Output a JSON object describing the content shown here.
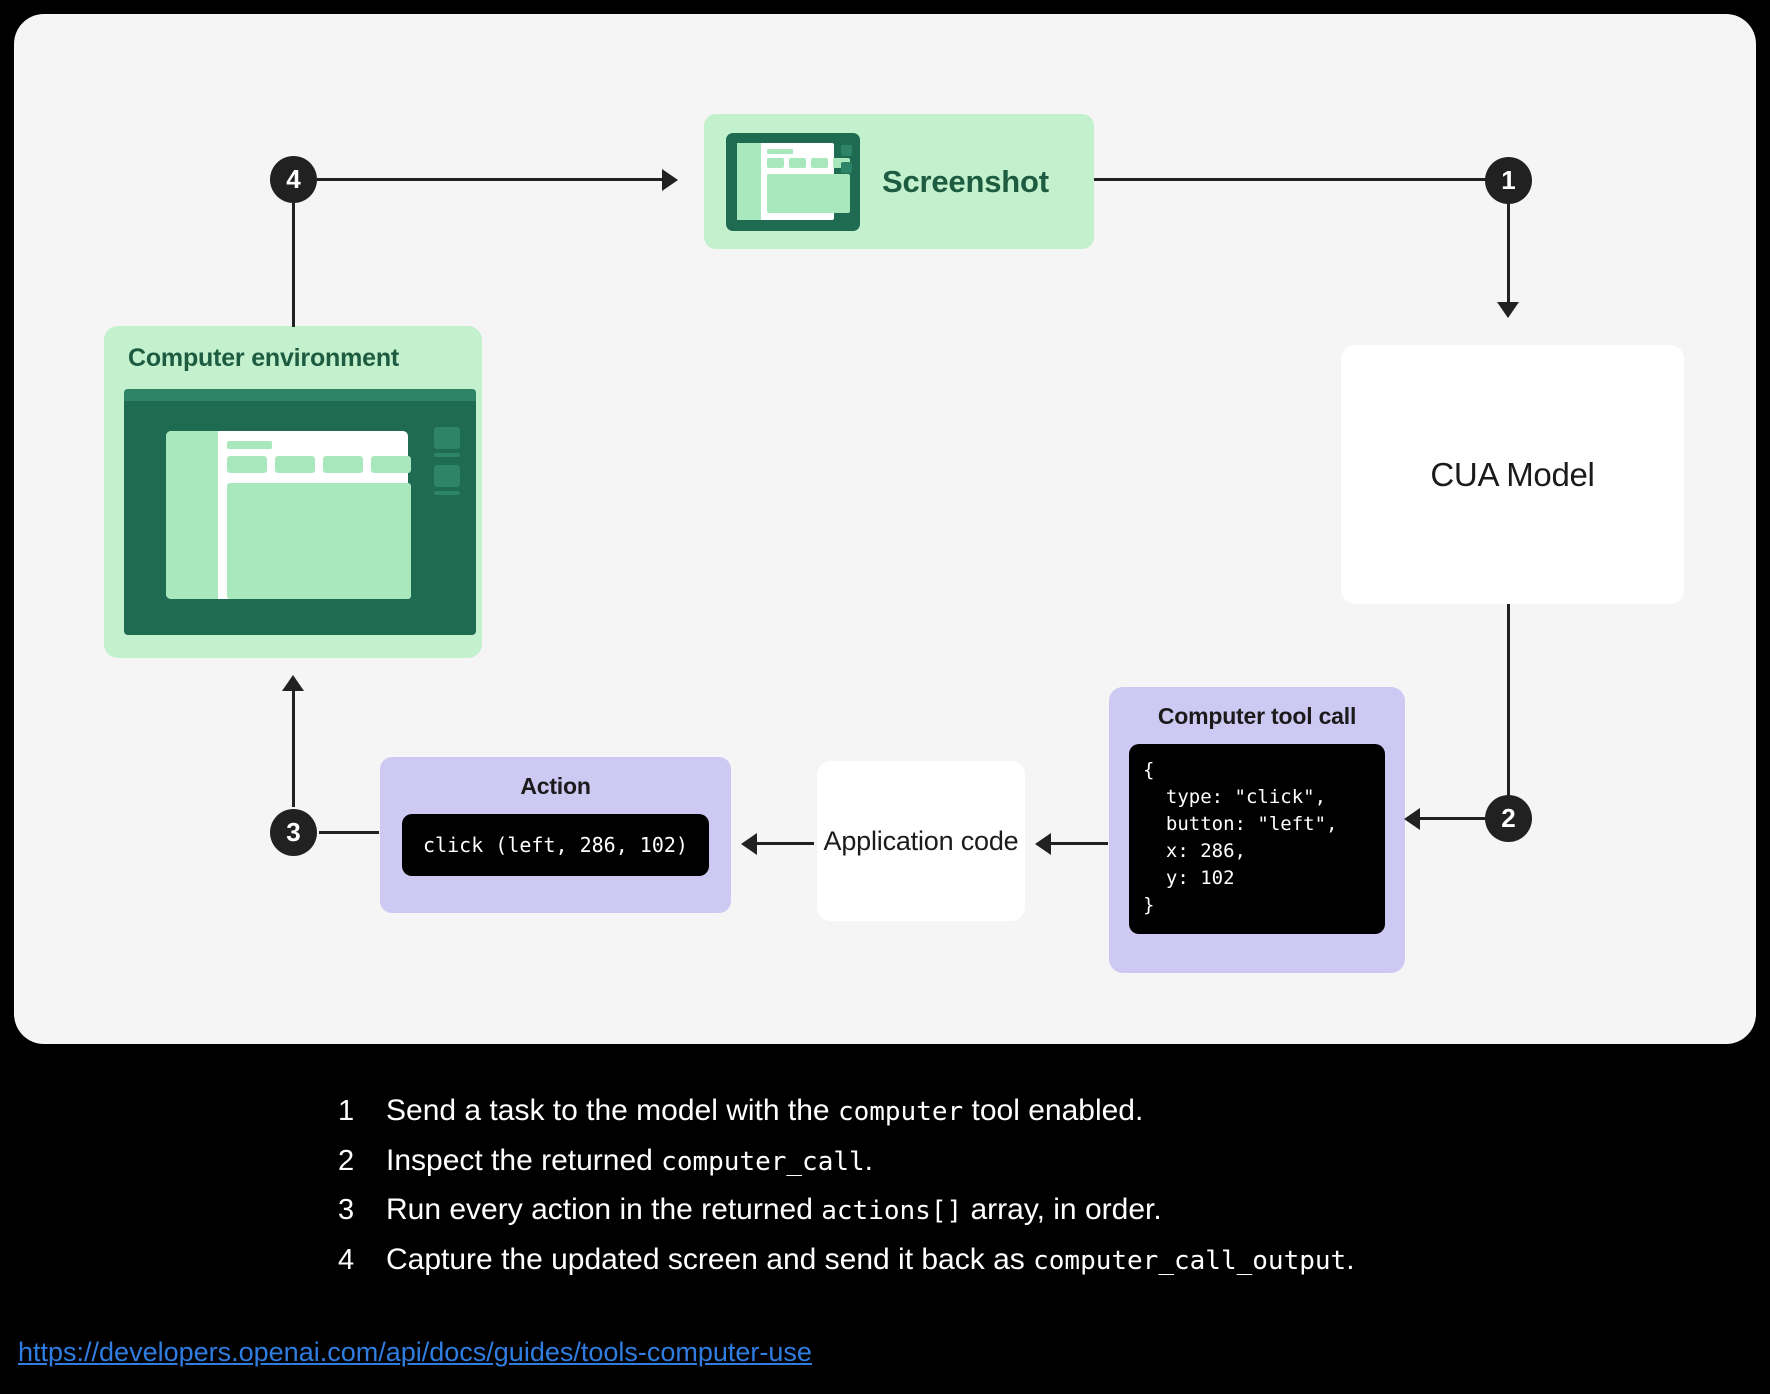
{
  "diagram": {
    "nodes": {
      "screenshot": {
        "label": "Screenshot",
        "icon": "monitor-icon"
      },
      "computer_environment": {
        "title": "Computer environment",
        "icon": "monitor-icon"
      },
      "cua_model": {
        "label": "CUA Model"
      },
      "computer_tool_call": {
        "title": "Computer tool call",
        "code": "{\n  type: \"click\",\n  button: \"left\",\n  x: 286,\n  y: 102\n}"
      },
      "application_code": {
        "label": "Application\ncode"
      },
      "action": {
        "title": "Action",
        "code": "click (left, 286, 102)"
      }
    },
    "step_badges": [
      {
        "id": "1",
        "label": "1"
      },
      {
        "id": "2",
        "label": "2"
      },
      {
        "id": "3",
        "label": "3"
      },
      {
        "id": "4",
        "label": "4"
      }
    ]
  },
  "steps": [
    {
      "number": "1",
      "parts": [
        {
          "type": "text",
          "value": "Send a task to the model with the "
        },
        {
          "type": "code",
          "value": "computer"
        },
        {
          "type": "text",
          "value": " tool enabled."
        }
      ]
    },
    {
      "number": "2",
      "parts": [
        {
          "type": "text",
          "value": "Inspect the returned "
        },
        {
          "type": "code",
          "value": "computer_call"
        },
        {
          "type": "text",
          "value": "."
        }
      ]
    },
    {
      "number": "3",
      "parts": [
        {
          "type": "text",
          "value": "Run every action in the returned "
        },
        {
          "type": "code",
          "value": "actions[]"
        },
        {
          "type": "text",
          "value": " array, in order."
        }
      ]
    },
    {
      "number": "4",
      "parts": [
        {
          "type": "text",
          "value": "Capture the updated screen and send it back as "
        },
        {
          "type": "code",
          "value": "computer_call_output"
        },
        {
          "type": "text",
          "value": "."
        }
      ]
    }
  ],
  "footer": {
    "link_text": "https://developers.openai.com/api/docs/guides/tools-computer-use"
  },
  "colors": {
    "page_background": "#000000",
    "canvas_background": "#f5f5f5",
    "green_node": "#c3f0cd",
    "green_dark": "#1f6b51",
    "green_mid": "#2e8466",
    "green_light": "#a9e8bc",
    "green_text": "#1d5c41",
    "purple_node": "#cdc9f2",
    "code_background": "#000000",
    "line": "#212121",
    "link": "#2f7de1",
    "white_node": "#ffffff"
  }
}
